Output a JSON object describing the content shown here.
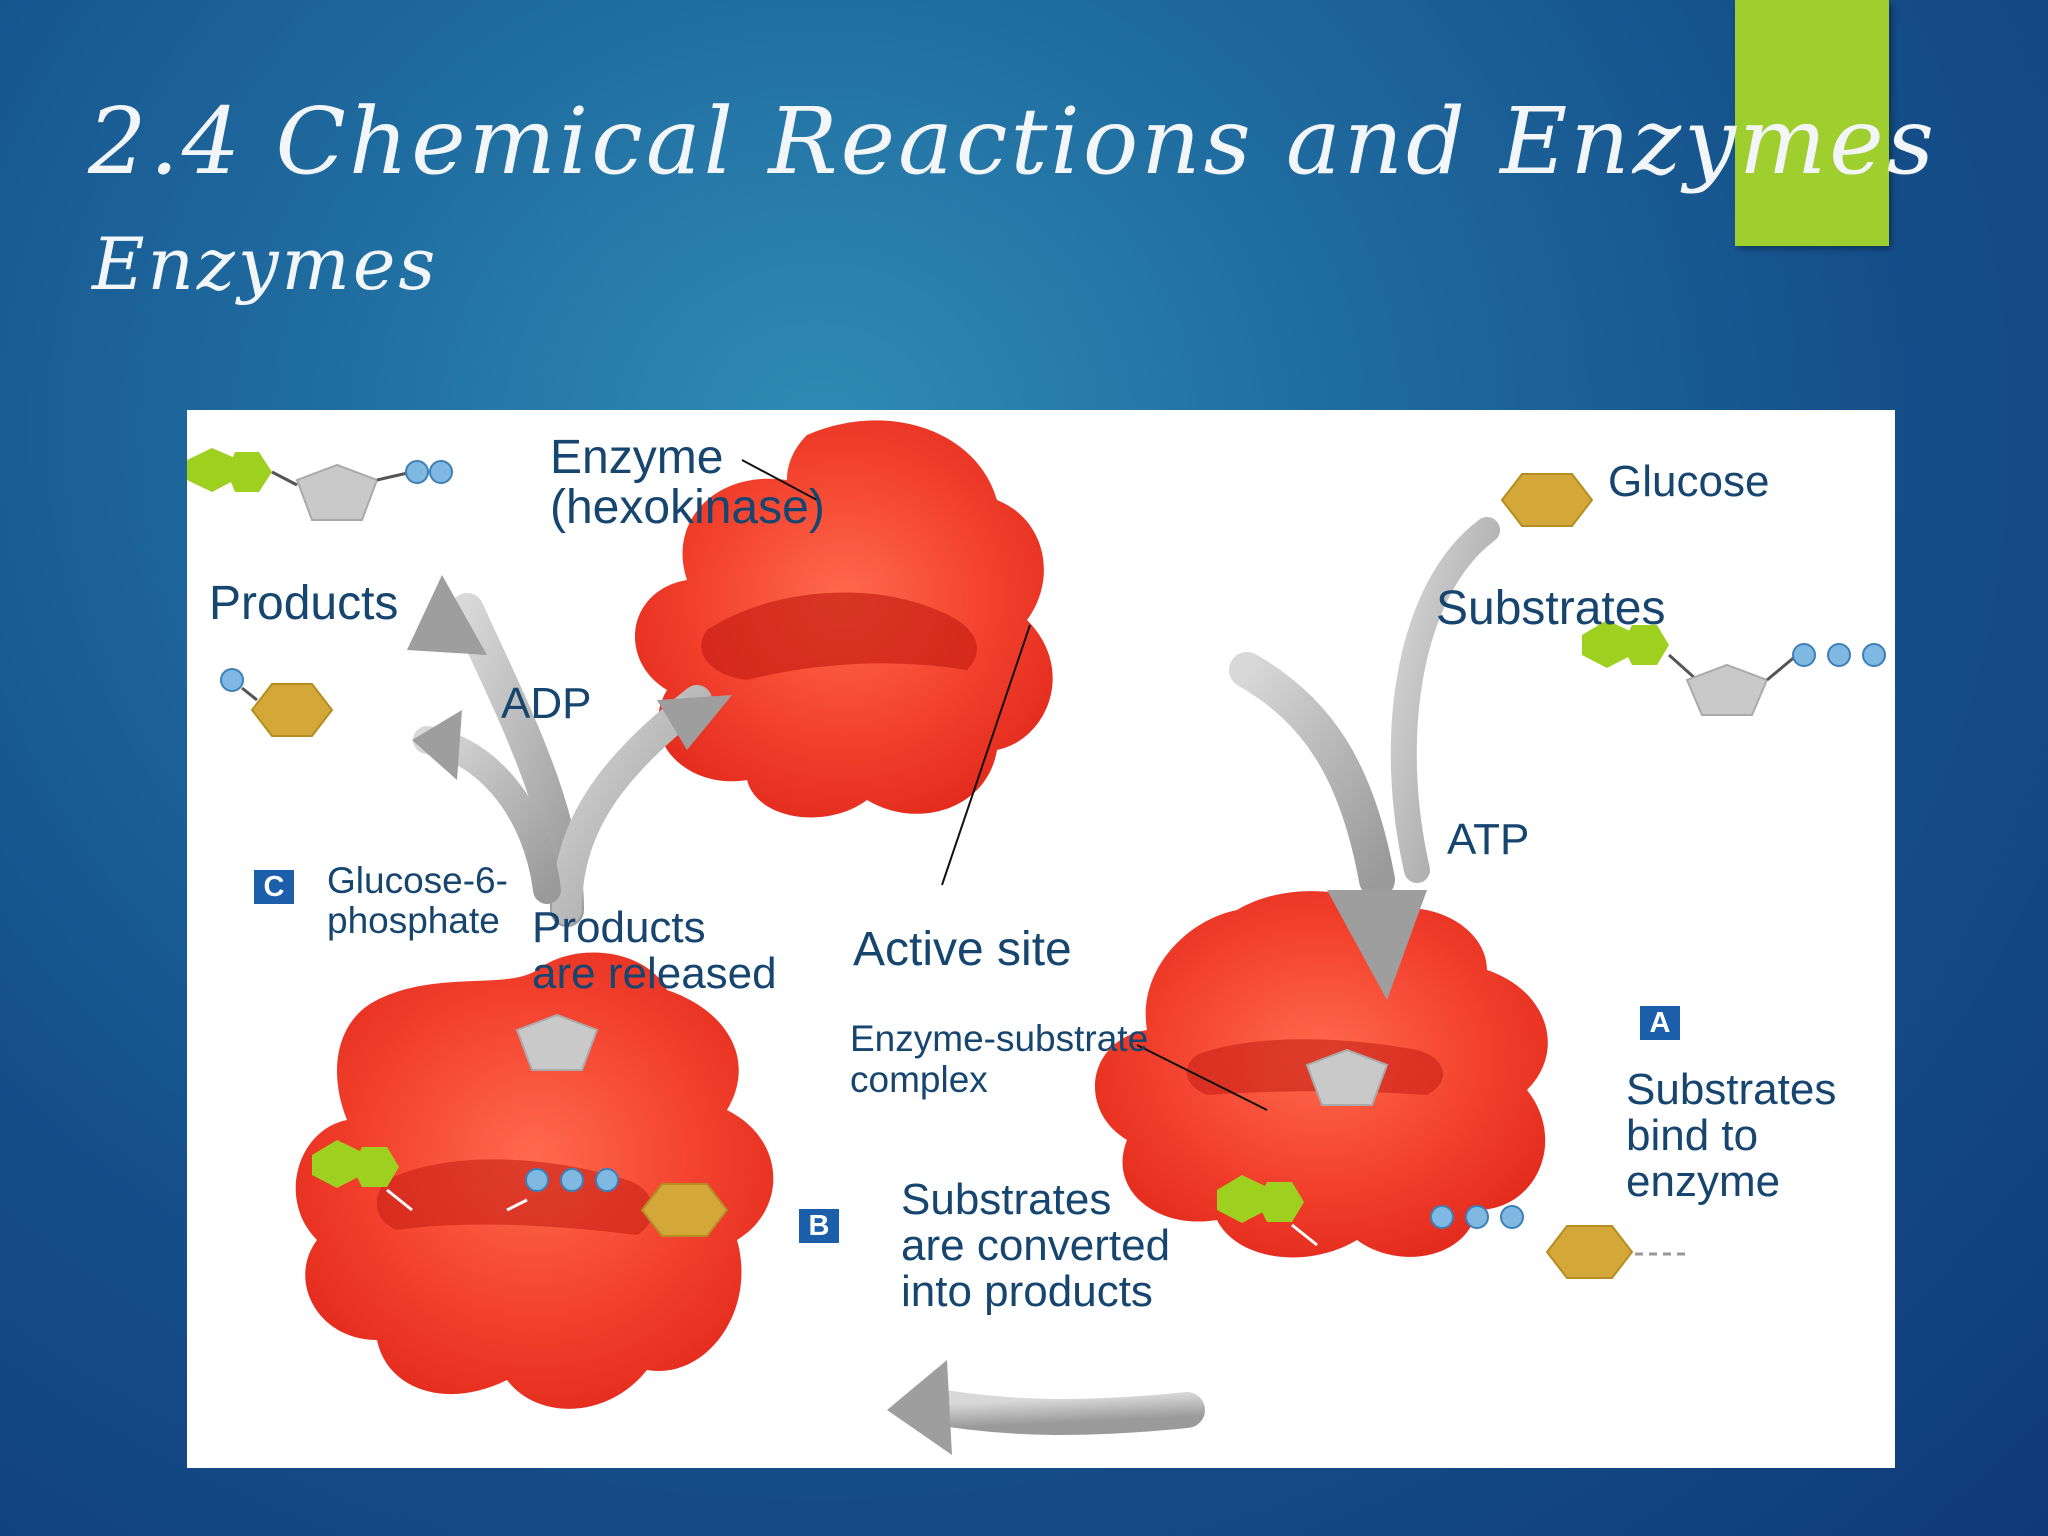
{
  "slide": {
    "title": "2.4 Chemical Reactions and Enzymes",
    "subtitle": "Enzymes",
    "accent_color": "#9fcf2e",
    "background_color": "#1a5f96"
  },
  "diagram": {
    "labels": {
      "enzyme": "Enzyme",
      "enzyme_name": "(hexokinase)",
      "glucose": "Glucose",
      "products_top": "Products",
      "substrates": "Substrates",
      "adp": "ADP",
      "atp": "ATP",
      "glucose6_line1": "Glucose-6-",
      "glucose6_line2": "phosphate",
      "products_released_line1": "Products",
      "products_released_line2": "are released",
      "active_site": "Active site",
      "complex_line1": "Enzyme-substrate",
      "complex_line2": "complex",
      "bind_line1": "Substrates",
      "bind_line2": "bind to",
      "bind_line3": "enzyme",
      "converted_line1": "Substrates",
      "converted_line2": "are converted",
      "converted_line3": "into products"
    },
    "badges": {
      "a": "A",
      "b": "B",
      "c": "C"
    },
    "colors": {
      "enzyme": "#ef3b2c",
      "glucose": "#d4a838",
      "fructose_green": "#9ed11f",
      "phosphate": "#7fb8e0",
      "arrow": "#a9a9a9",
      "label_text": "#16456f"
    }
  }
}
